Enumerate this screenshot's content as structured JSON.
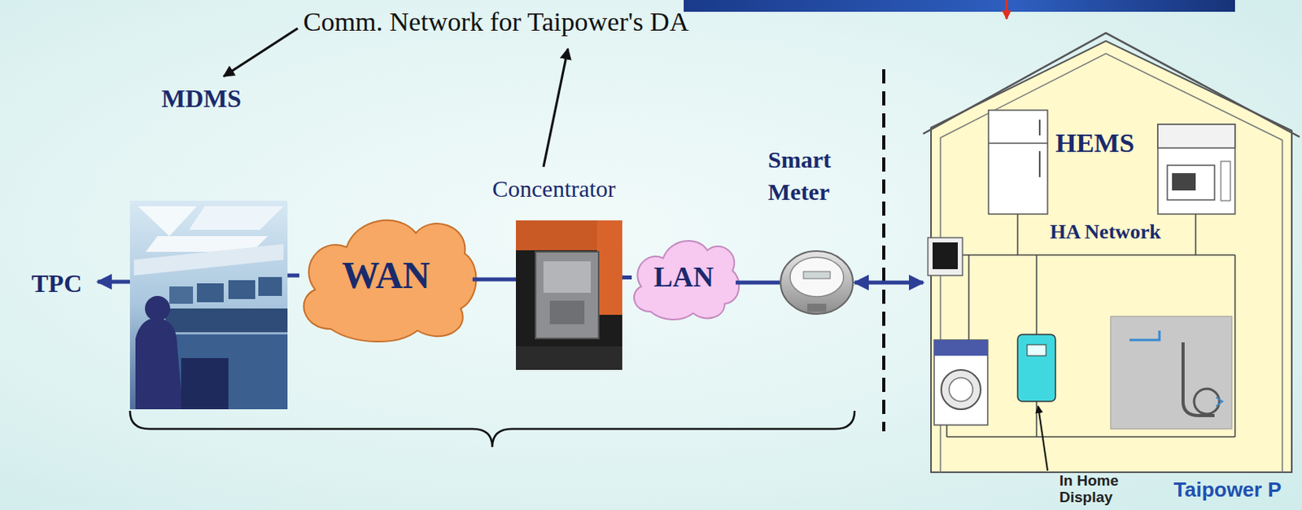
{
  "diagram": {
    "nodes": [
      {
        "text": [
          "MDMS"
        ]
      },
      {
        "text": [
          "WAN"
        ]
      },
      {
        "text": [
          "Concentrator"
        ]
      },
      {
        "text": [
          "LAN"
        ]
      },
      {
        "text": [
          "Smart Meter"
        ]
      },
      {
        "text": [
          "HEMS",
          "HA Network"
        ]
      }
    ],
    "edges": [
      {
        "from": 0,
        "to": 1,
        "arrow": "none"
      },
      {
        "from": 1,
        "to": 2,
        "arrow": "none"
      },
      {
        "from": 2,
        "to": 3,
        "arrow": "none"
      },
      {
        "from": 3,
        "to": 4,
        "arrow": "none"
      },
      {
        "from": 4,
        "to": 5,
        "arrow": "both"
      }
    ],
    "labels": [
      "Comm. Network for Taipower's DA",
      "TPC",
      "In Home Display",
      "Taipower P"
    ]
  }
}
